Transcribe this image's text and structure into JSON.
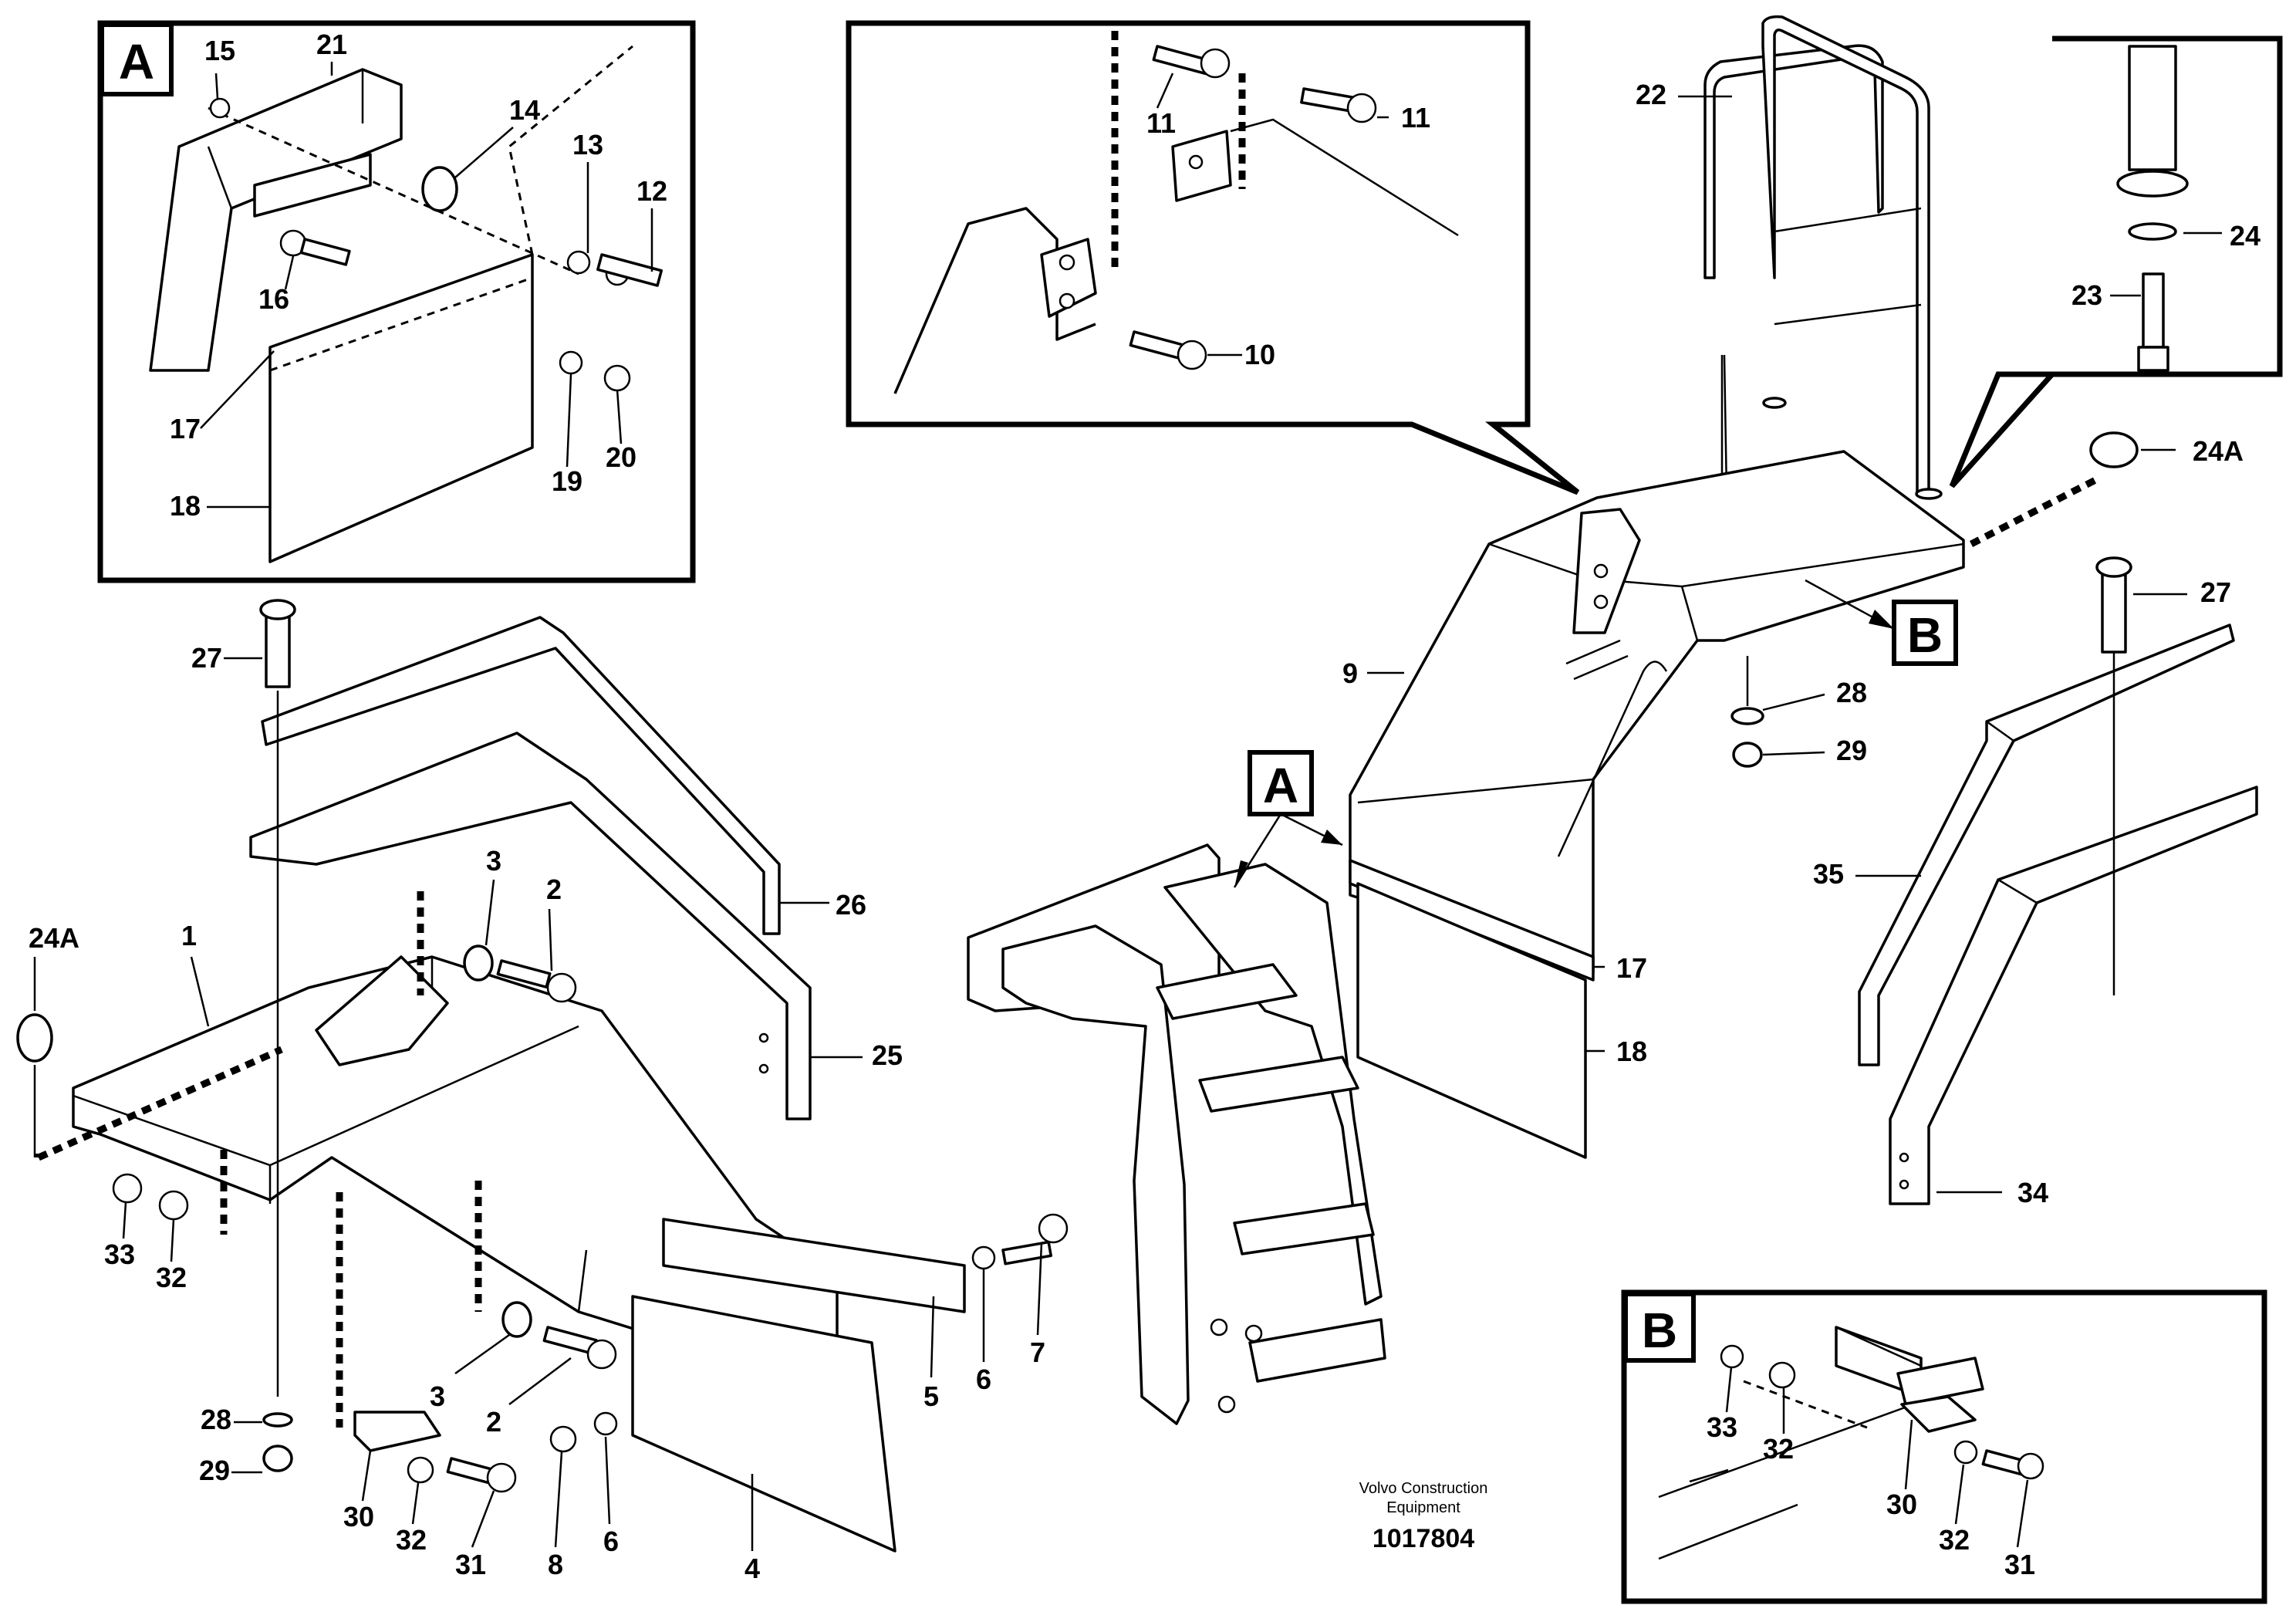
{
  "caption": {
    "company_line1": "Volvo Construction",
    "company_line2": "Equipment",
    "drawing_number": "1017804"
  },
  "detail_frames": {
    "A": "A",
    "B": "B"
  },
  "view_markers": {
    "A": "A",
    "B": "B"
  },
  "callouts": {
    "frame_a": [
      "15",
      "21",
      "14",
      "13",
      "12",
      "16",
      "17",
      "19",
      "20",
      "18"
    ],
    "frame_top": [
      "11",
      "11",
      "10"
    ],
    "frame_right": [
      "24",
      "23"
    ],
    "frame_b": [
      "33",
      "32",
      "30",
      "32",
      "31"
    ],
    "main_left": [
      "27",
      "24A",
      "1",
      "3",
      "2",
      "26",
      "25",
      "33",
      "32",
      "3",
      "2",
      "5",
      "6",
      "7",
      "28",
      "29",
      "30",
      "32",
      "31",
      "8",
      "6",
      "4"
    ],
    "main_center": [
      "22",
      "24A",
      "9",
      "28",
      "29",
      "17",
      "18"
    ],
    "main_right": [
      "27",
      "35",
      "34"
    ]
  }
}
